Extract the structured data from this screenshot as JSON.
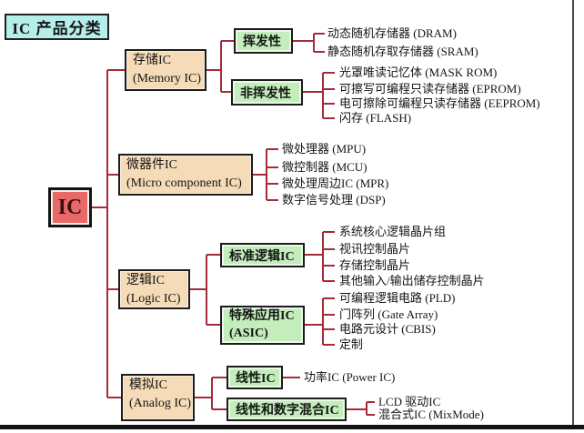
{
  "title": "IC 产品分类",
  "root": {
    "label": "IC"
  },
  "colors": {
    "connector": "#a62a38",
    "category_fill": "#f5dbb7",
    "subcategory_fill": "#c3eebb",
    "root_fill": "#e96868",
    "title_fill": "#b5efeb",
    "border": "#1c1c1c",
    "text": "#151515"
  },
  "tree": {
    "branches": [
      {
        "label": "存储IC",
        "sub": "(Memory IC)",
        "children": [
          {
            "label": "挥发性",
            "leaves": [
              "动态随机存储器 (DRAM)",
              "静态随机存取存储器 (SRAM)"
            ]
          },
          {
            "label": "非挥发性",
            "leaves": [
              "光罩唯读记忆体 (MASK ROM)",
              "可擦写可编程只读存储器 (EPROM)",
              "电可擦除可编程只读存储器 (EEPROM)",
              "闪存 (FLASH)"
            ]
          }
        ]
      },
      {
        "label": "微器件IC",
        "sub": "(Micro component IC)",
        "leaves": [
          "微处理器 (MPU)",
          "微控制器 (MCU)",
          "微处理周边IC (MPR)",
          "数字信号处理 (DSP)"
        ]
      },
      {
        "label": "逻辑IC",
        "sub": "(Logic IC)",
        "children": [
          {
            "label": "标准逻辑IC",
            "leaves": [
              "系统核心逻辑晶片组",
              "视讯控制晶片",
              "存储控制晶片",
              "其他输入/输出储存控制晶片"
            ]
          },
          {
            "label": "特殊应用IC",
            "sub": "(ASIC)",
            "leaves": [
              "可编程逻辑电路 (PLD)",
              "门阵列 (Gate Array)",
              "电路元设计 (CBIS)",
              "定制"
            ]
          }
        ]
      },
      {
        "label": "模拟IC",
        "sub": "(Analog IC)",
        "children": [
          {
            "label": "线性IC",
            "leaves": [
              "功率IC (Power IC)"
            ]
          },
          {
            "label": "线性和数字混合IC",
            "leaves": [
              "LCD 驱动IC",
              "混合式IC (MixMode)"
            ]
          }
        ]
      }
    ]
  }
}
